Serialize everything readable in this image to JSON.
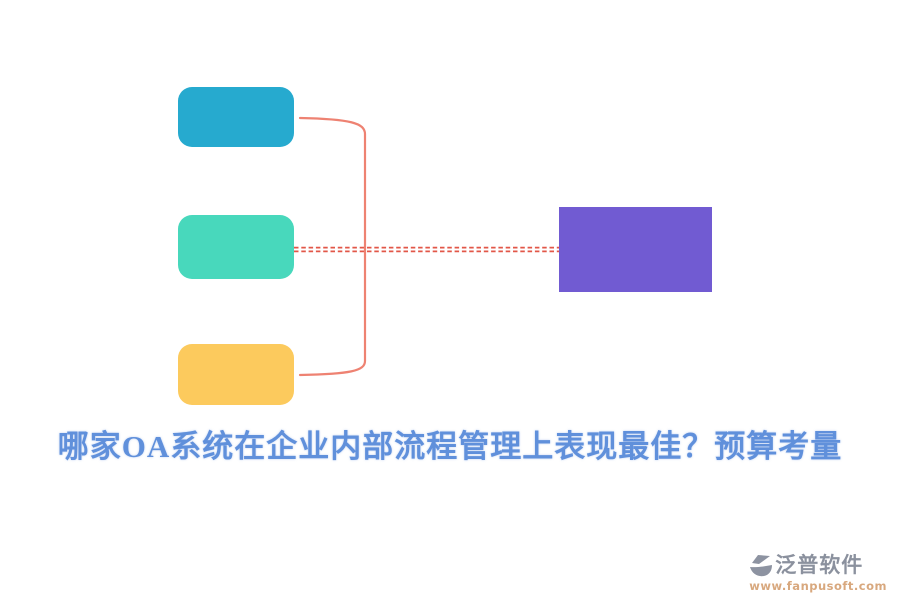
{
  "title": {
    "text": "哪家OA系统在企业内部流程管理上表现最佳？预算考量",
    "color": "#6090DB"
  },
  "diagram": {
    "connector_color": "#EE8272",
    "dashed_connector_color": "#E25748",
    "nodes": [
      {
        "name": "top-option",
        "color": "#26AACF"
      },
      {
        "name": "middle-option",
        "color": "#48D8BC"
      },
      {
        "name": "bottom-option",
        "color": "#FCCA5D"
      },
      {
        "name": "result-block",
        "color": "#715BD2"
      }
    ]
  },
  "watermark": {
    "brand": "泛普软件",
    "url": "www.fanpusoft.com",
    "brand_color": "#8B919E",
    "url_color": "#D8A87E",
    "logo_color": "#8D93A1"
  }
}
